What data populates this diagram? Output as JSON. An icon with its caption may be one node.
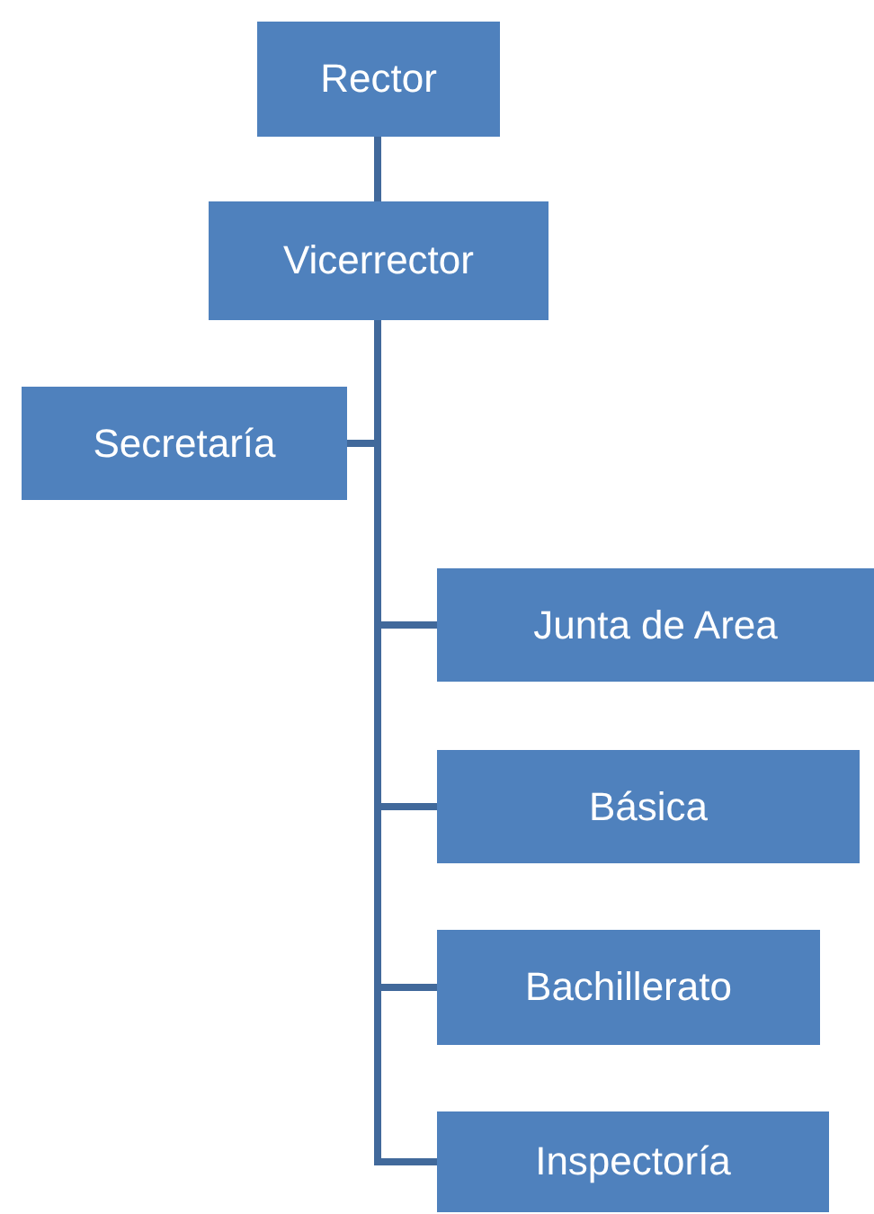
{
  "diagram": {
    "nodes": [
      {
        "text": [
          "Rector"
        ]
      },
      {
        "text": [
          "Vicerrector"
        ]
      },
      {
        "text": [
          "Secretaría"
        ]
      },
      {
        "text": [
          "Junta de Area"
        ]
      },
      {
        "text": [
          "Básica"
        ]
      },
      {
        "text": [
          "Bachillerato"
        ]
      },
      {
        "text": [
          "Inspectoría"
        ]
      }
    ],
    "edges": [
      {
        "from": 0,
        "to": 1,
        "arrow": "none"
      },
      {
        "from": 1,
        "to": 2,
        "arrow": "none"
      },
      {
        "from": 1,
        "to": 3,
        "arrow": "none"
      },
      {
        "from": 1,
        "to": 4,
        "arrow": "none"
      },
      {
        "from": 1,
        "to": 5,
        "arrow": "none"
      },
      {
        "from": 1,
        "to": 6,
        "arrow": "none"
      }
    ]
  }
}
